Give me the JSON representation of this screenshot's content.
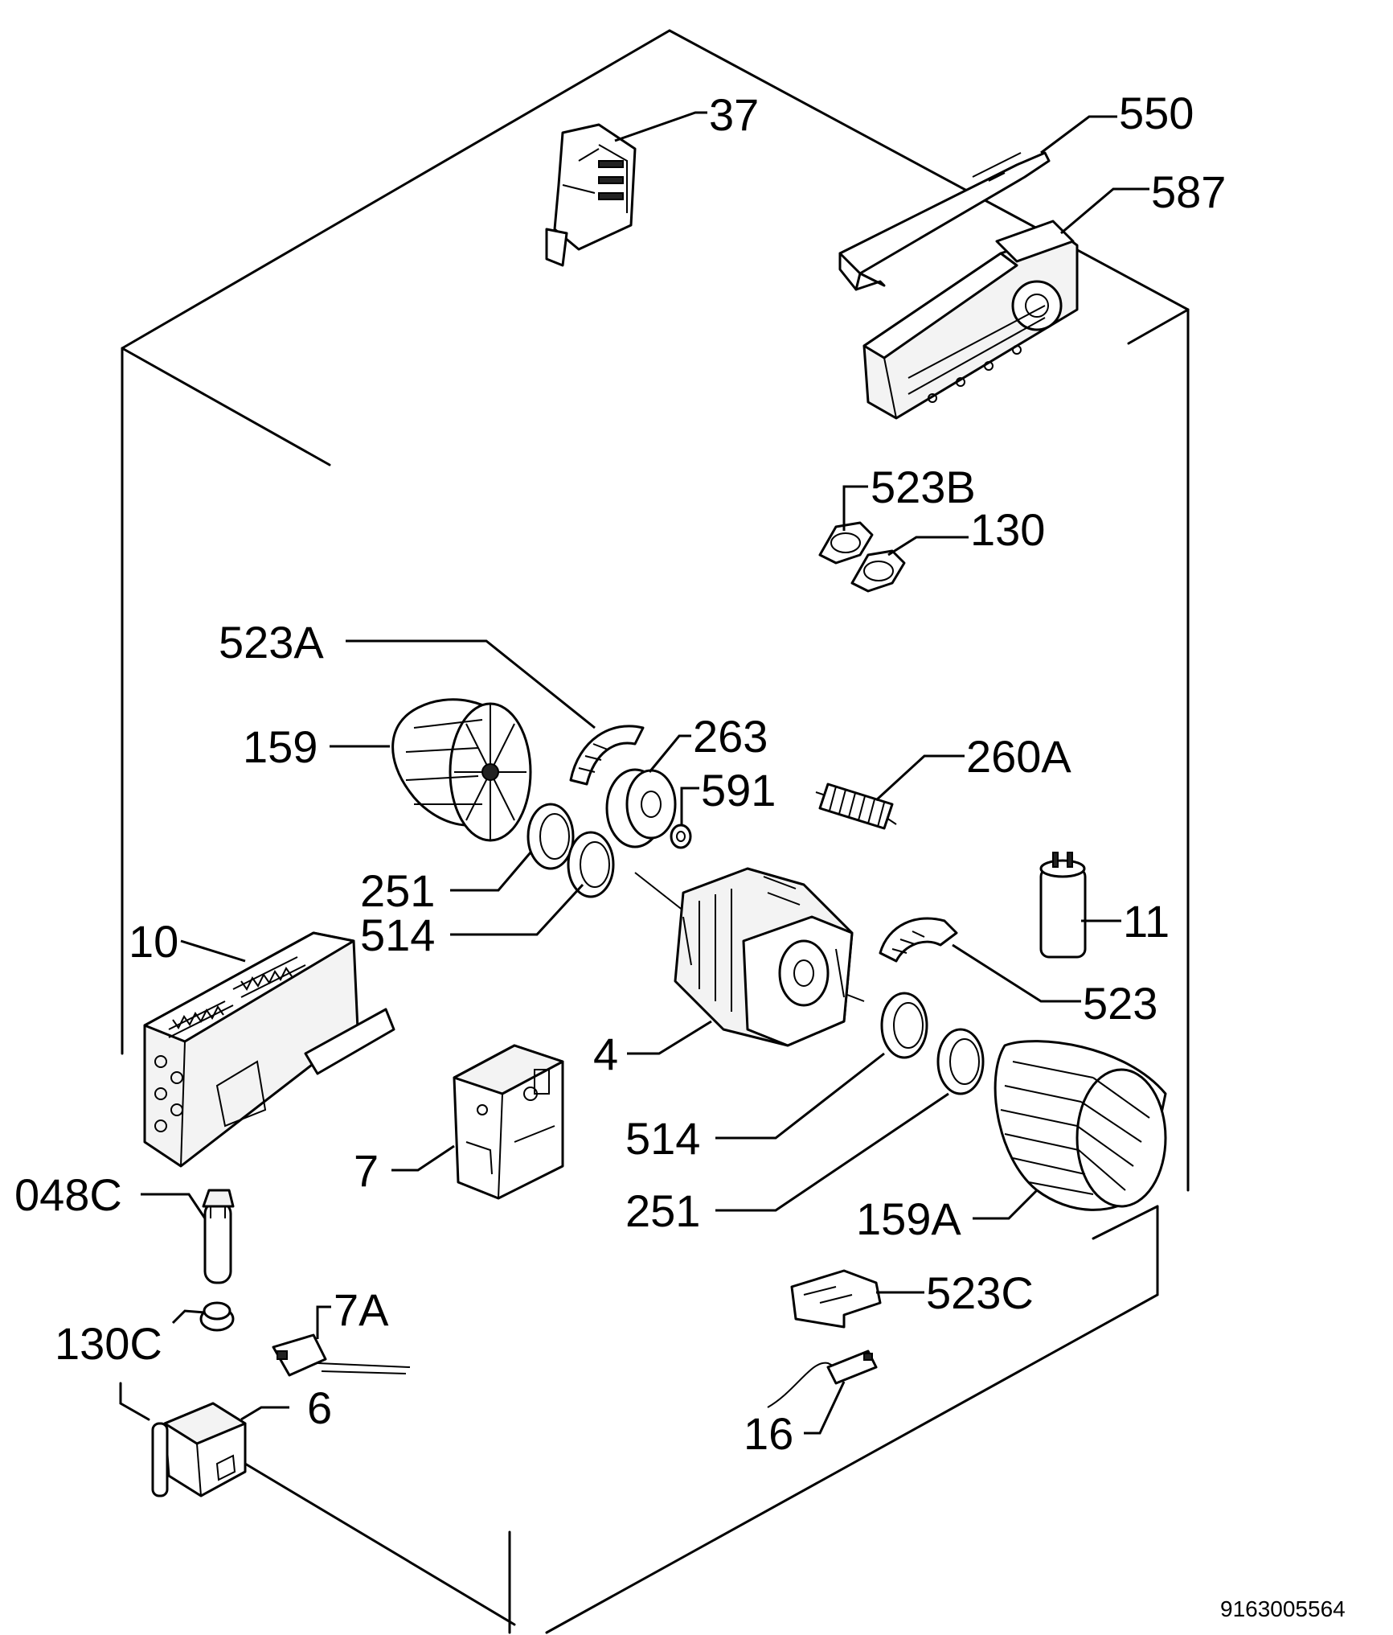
{
  "diagram": {
    "labels": {
      "p37": "37",
      "p550": "550",
      "p587": "587",
      "p523B": "523B",
      "p130": "130",
      "p523A": "523A",
      "p159": "159",
      "p263": "263",
      "p260A": "260A",
      "p591": "591",
      "p251a": "251",
      "p514a": "514",
      "p11": "11",
      "p10": "10",
      "p523": "523",
      "p4": "4",
      "p514b": "514",
      "p7": "7",
      "p251b": "251",
      "p048C": "048C",
      "p159A": "159A",
      "p523C": "523C",
      "p130C": "130C",
      "p7A": "7A",
      "p6": "6",
      "p16": "16"
    },
    "document_number": "9163005564"
  }
}
